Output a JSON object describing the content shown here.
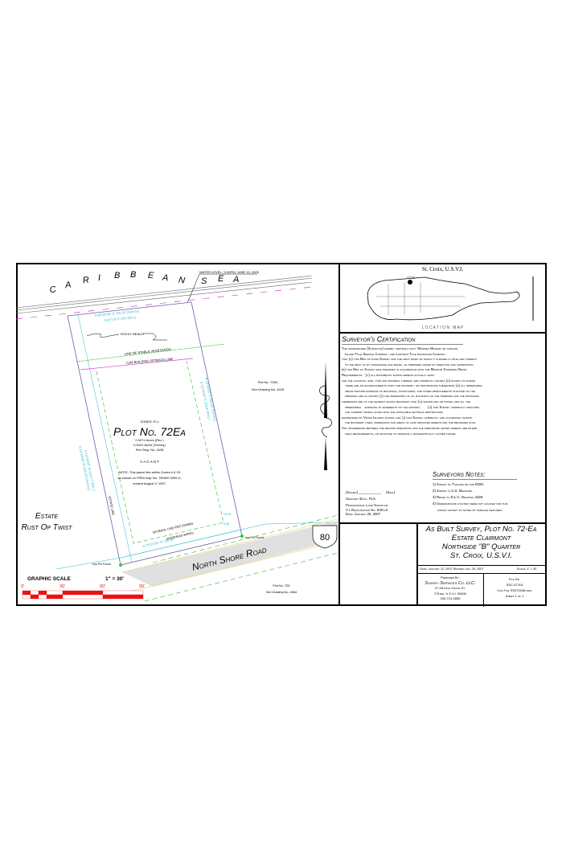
{
  "map": {
    "sea_letters": [
      "C",
      "A",
      "R",
      "I",
      "B",
      "B",
      "E",
      "A",
      "N",
      "S",
      "E",
      "A"
    ],
    "water_level": "WATER LEVEL / 3:30PM, JUNE 13, 2005",
    "bearing_survey": "N 84°04'36\" E   109.59' (Survey)",
    "bearing_rec": "N 87°16' E   109' (Rec.)",
    "rocky_beach": "ROCKY BEACH",
    "vegetation_line": "LINE OF STABLE VEGETATION",
    "czm_line": "CZM BUILDING SETBACK LINE",
    "left_bearing_1": "N 13°04'00\" W   224.17' (Rec.)",
    "left_bearing_2": "N 13°04'00\" W   224.03' (Survey)",
    "right_bearing_1": "S 13°04'00\" E   209.45' (Survey)",
    "right_bearing_2": "S 13°04'00\" E   209.8' (Rec.)",
    "zoned": "ZONED: R-1",
    "plot_title": "Plot No. 72Ea",
    "acres_rec": "0.527± Acres (Rec.)",
    "acres_survey": "0.542± Acres (Survey)",
    "see_dwg": "See Dwg. No. 4428",
    "vacant": "V A C A N T",
    "note_1": "NOTE: This parcel lies within Zones A & V5",
    "note_2": "as shown on FIRM map No. 780000 0055 D,",
    "note_3": "revised August 3, 1997.",
    "plot_72eb_1": "Plot No. 72Eb",
    "plot_72eb_2": "See Drawing No. 4428",
    "estate_1": "Estate",
    "estate_2": "Rust Op Twist",
    "estate_line": "ESTATE LINE",
    "setback_zoning": "SETBACK LINE PER ZONING",
    "overhead_wires": "OVERHEAD WIRES",
    "bottom_bearing": "S 78°26'00\" W   109.30'",
    "iron_pin_left": "Iron Pin Found",
    "iron_pin_right": "Iron Pin Found",
    "road_name": "North Shore Road",
    "route_number": "80",
    "dim_15": "15.0ft",
    "dim_5": "5.0ft",
    "scale_title": "GRAPHIC SCALE",
    "scale_ratio": "1\" = 30'",
    "scale_ticks": [
      "0'",
      "30'",
      "60'",
      "90'"
    ],
    "plot_72k_1": "Plot No. 72K",
    "plot_72k_2": "See Drawing No. 4064",
    "colors": {
      "boundary": "#6b5fa8",
      "setback": "#33bb33",
      "dimension": "#22bbcc",
      "czm": "#cc44cc",
      "scale": "#ee1111",
      "road": "#d8d8d8"
    }
  },
  "location_map": {
    "title": "St. Croix, U.S.V.I.",
    "site": "SITE",
    "caption": "L O C A T I O N   M A P"
  },
  "certification": {
    "heading": "Surveyor's Certification",
    "lines": [
      "The undersigned (Surveyor) hereby certifies unto: Warren Mosler or assigns,",
      "Island Title Service Company, and Lawyers Title Insurance Company",
      "that (a) this Map of Land Survey and the field work on which it is based is true and correct",
      "to the best of my knowledge and belief, as prepared under my direction and supervision.",
      "(b) this Map of Survey was prepared in accordance with the Minimum Standard Detail",
      "Requirements. : (c) all monuments shown hereon actually exist",
      "and the location, size, type and material thereof are correctly shown; (d) except as shown",
      "there are no encroachments onto the property or protrusions therefrom; (e) all observable",
      "above-ground evidence of buildings, structures, and other improvements situated on the",
      "premises are as shown; (f) the dimensions of all buildings on the premises and the distances",
      "therefrom are to the nearest facing boundary line; (g) shown and or noted, are all the",
      "observable    evidence of easements on the ground;        (h) this Survey correctly indicates",
      "the current zoning along with the applicable set-back restrictions",
      "established by Virgin Islands zoning law; (i) this Survey correctly and accurately shows",
      "the boundary lines, dimensions and areas of land indicated hereon per the recorded plan.",
      "Any differences between the record dimensions and the dimensions shown hereon are either",
      "field measurements, or adjusted to produce a mathematically closed figure."
    ]
  },
  "notes": {
    "heading": "Surveyors Notes:",
    "items": [
      "1) Survey by Theodolite and EDM.",
      "2) Survey is U.S. Measure.",
      "3) Refer to D.L.C. Drawing 4428.",
      "4) Underground utilities were not located for this",
      "survey except as noted by surface features."
    ]
  },
  "signature": {
    "signed": "(Signed) ____________     (Seal)",
    "name": "Gregory Buck, PLS.",
    "title": "Professional Land Surveyor",
    "registration": "V.I. Registration No. 836 LS",
    "date": "Date: January 25, 2007"
  },
  "title_block": {
    "line1": "As Built Survey,  Plot No. 72-Ea",
    "line2": "Estate Clairmont",
    "line3": "Northside \"B\" Quarter",
    "line4": "St. Croix, U.S.V.I.",
    "date": "Date: January 12, 2007 Revised Jan. 25, 2007",
    "scale": "Scale: 1\" = 30'",
    "prepared_by": "Prepared By:",
    "company": "Survey Services Co. LLC.",
    "address1": "27-28 King Cross St.",
    "address2": "C'Sted. U.S.V.I. 00840",
    "phone": "340-713-4555",
    "file_label": "File No.",
    "file_no": "SSC-07-EA",
    "cad_file": "Cad File SS070448.dwg",
    "sheet": "Sheet 1 of 1"
  }
}
